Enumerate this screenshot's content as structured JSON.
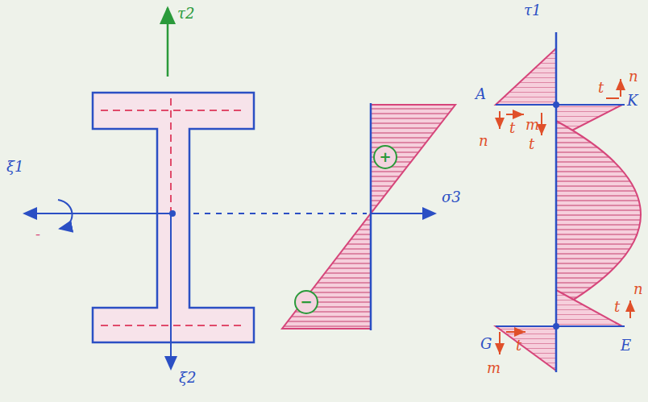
{
  "diagram": {
    "nodes": [
      {
        "text": [
          "+"
        ]
      },
      {
        "text": [
          "−"
        ]
      }
    ],
    "labels": [
      "τ2",
      "ξ1",
      "-",
      "ξ2",
      "σ3",
      "τ1",
      "A",
      "t",
      "n",
      "K",
      "n",
      "t",
      "m",
      "t",
      "n",
      "t",
      "G",
      "t",
      "m",
      "E"
    ]
  }
}
